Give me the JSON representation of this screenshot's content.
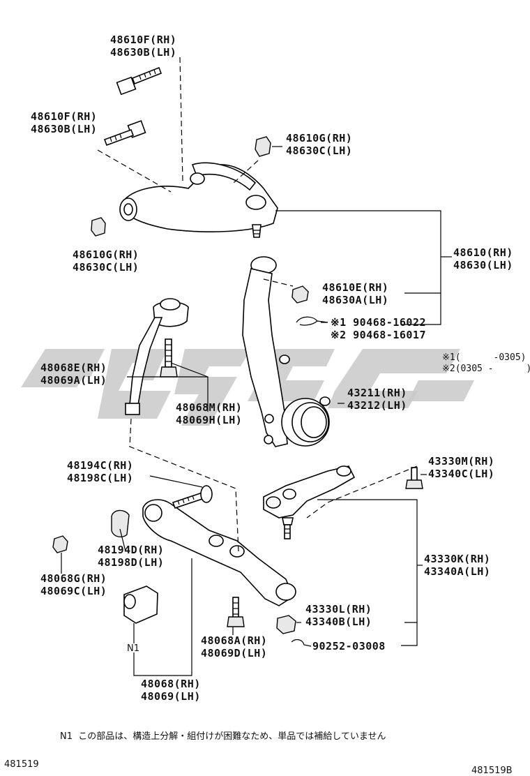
{
  "labels": {
    "upper_bolt_top": [
      "48610F(RH)",
      "48630B(LH)"
    ],
    "upper_bolt_left": [
      "48610F(RH)",
      "48630B(LH)"
    ],
    "upper_nut_right": [
      "48610G(RH)",
      "48630C(LH)"
    ],
    "upper_nut_left": [
      "48610G(RH)",
      "48630C(LH)"
    ],
    "upper_arm_assy": [
      "48610(RH)",
      "48630(LH)"
    ],
    "upper_arm_nut": [
      "48610E(RH)",
      "48630A(LH)"
    ],
    "cotter_pins": [
      "※1 90468-16022",
      "※2 90468-16017"
    ],
    "pin_notes": [
      "※1(      -0305)",
      "※2(0305 -      )"
    ],
    "strut_rod": [
      "48068E(RH)",
      "48069A(LH)"
    ],
    "strut_bolt": [
      "48068M(RH)",
      "48069H(LH)"
    ],
    "knuckle": [
      "43211(RH)",
      "43212(LH)"
    ],
    "ball_joint_bolt": [
      "43330M(RH)",
      "43340C(LH)"
    ],
    "lower_bolt": [
      "48194C(RH)",
      "48198C(LH)"
    ],
    "cam_plate": [
      "48194D(RH)",
      "48198D(LH)"
    ],
    "lower_ball_joint": [
      "43330K(RH)",
      "43340A(LH)"
    ],
    "lower_nut_small": [
      "48068G(RH)",
      "48069C(LH)"
    ],
    "ball_joint_nut": [
      "43330L(RH)",
      "43340B(LH)"
    ],
    "lower_arm_bolt": [
      "48068A(RH)",
      "48069D(LH)"
    ],
    "lower_cotter": "90252-03008",
    "bushing_note": "N1",
    "lower_arm_assy": [
      "48068(RH)",
      "48069(LH)"
    ]
  },
  "footnote": "N1  この部品は、構造上分解・組付けが困難なため、単品では補給していません",
  "code_left": "481519",
  "code_right": "481519B"
}
